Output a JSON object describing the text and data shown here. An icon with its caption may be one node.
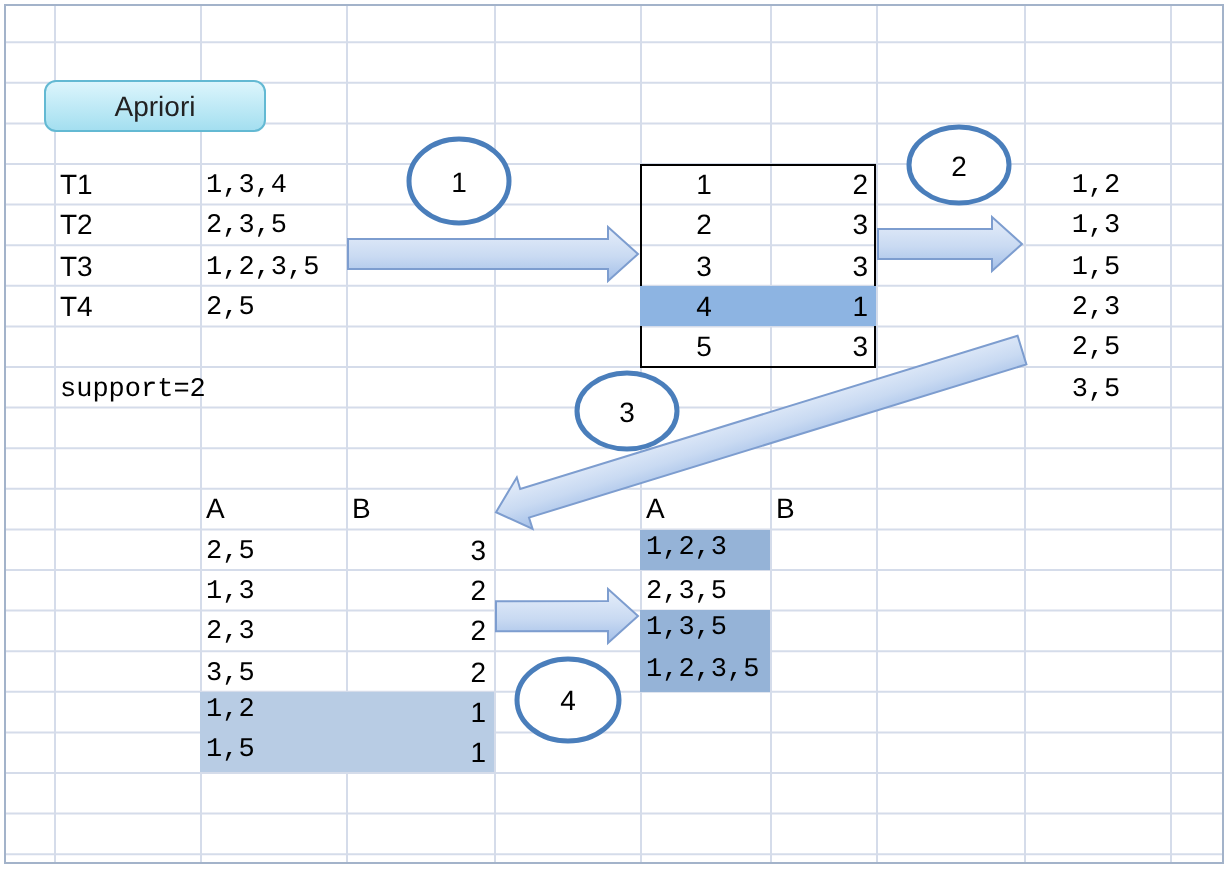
{
  "diagram": {
    "nodes": [
      {
        "text": [
          "Apriori"
        ]
      },
      {
        "text": [
          "T1",
          "1,3,4",
          "T2",
          "2,3,5",
          "T3",
          "1,2,3,5",
          "T4",
          "2,5"
        ]
      },
      {
        "text": [
          "1"
        ]
      },
      {
        "text": [
          "1",
          "2",
          "2",
          "3",
          "3",
          "3",
          "4",
          "1",
          "5",
          "3"
        ]
      },
      {
        "text": [
          "2"
        ]
      },
      {
        "text": [
          "1,2",
          "1,3",
          "1,5",
          "2,3",
          "2,5",
          "3,5"
        ]
      },
      {
        "text": [
          "3"
        ]
      },
      {
        "text": [
          "A",
          "B",
          "2,5",
          "3",
          "1,3",
          "2",
          "2,3",
          "2",
          "3,5",
          "2",
          "1,2",
          "1",
          "1,5",
          "1"
        ]
      },
      {
        "text": [
          "A",
          "B",
          "1,2,3",
          "2,3,5",
          "1,3,5",
          "1,2,3,5"
        ]
      },
      {
        "text": [
          "4"
        ]
      }
    ],
    "edges": [
      {
        "from": 1,
        "to": 3,
        "arrow": "to"
      },
      {
        "from": 3,
        "to": 5,
        "arrow": "to"
      },
      {
        "from": 5,
        "to": 7,
        "arrow": "to"
      },
      {
        "from": 7,
        "to": 8,
        "arrow": "to"
      }
    ],
    "labels": [
      "support=2"
    ]
  }
}
